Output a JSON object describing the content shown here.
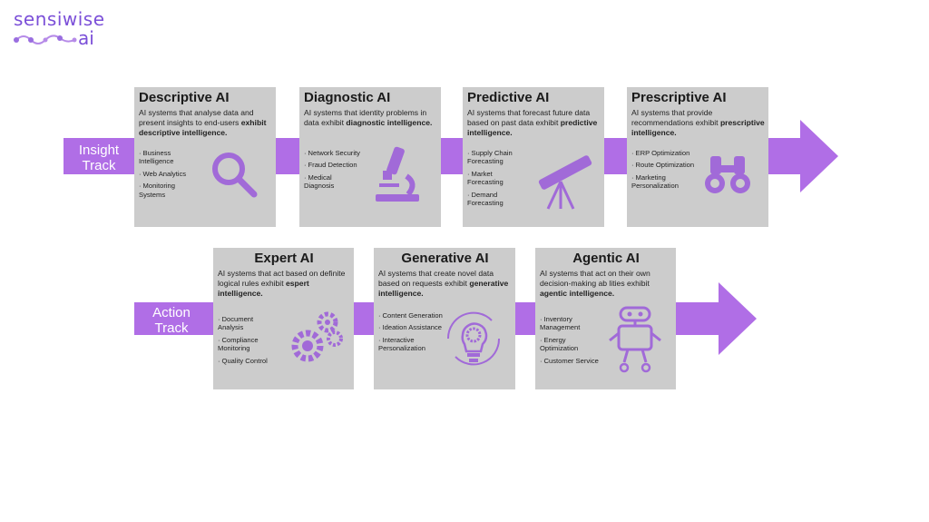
{
  "logo": {
    "line1": "sensiwise",
    "line2": "ai"
  },
  "colors": {
    "accent": "#b06ee6",
    "card": "#cccccc",
    "icon": "#a16ad8"
  },
  "tracks": [
    {
      "label_line1": "Insight",
      "label_line2": "Track",
      "cards": [
        {
          "title": "Descriptive AI",
          "desc": "AI systems that analyse data and present insights to end-users",
          "emph": "exhibit descriptive intelligence.",
          "bullets": [
            "Business Intelligence",
            "Web Analytics",
            "Monitoring Systems"
          ],
          "icon": "magnifier-icon"
        },
        {
          "title": "Diagnostic AI",
          "desc": "AI systems that identity problems in data exhibit",
          "emph": "diagnostic intelligence.",
          "bullets": [
            "Network Security",
            "Fraud Detection",
            "Medical Diagnosis"
          ],
          "icon": "microscope-icon"
        },
        {
          "title": "Predictive AI",
          "desc": "AI systems that forecast future data based on past data exhibit",
          "emph": "predictive intelligence.",
          "bullets": [
            "Supply Chain Forecasting",
            "Market Forecasting",
            "Demand Forecasting"
          ],
          "icon": "telescope-icon"
        },
        {
          "title": "Prescriptive AI",
          "desc": "AI systems that provide recommendations exhibit",
          "emph": "prescriptive intelligence.",
          "bullets": [
            "ERP Optimization",
            "Route Optimization",
            "Marketing Personalization"
          ],
          "icon": "binoculars-icon"
        }
      ]
    },
    {
      "label_line1": "Action",
      "label_line2": "Track",
      "cards": [
        {
          "title": "Expert AI",
          "desc": "AI systems that act based on definite logical rules exhibit",
          "emph": "espert intelligence.",
          "bullets": [
            "Document Analysis",
            "Compliance Monitoring",
            "Quality Control"
          ],
          "icon": "gears-icon"
        },
        {
          "title": "Generative AI",
          "desc": "AI systems that create novel data based on requests exhibit",
          "emph": "generative intelligence.",
          "bullets": [
            "Content Generation",
            "Ideation Assistance",
            "Interactive Personalization"
          ],
          "icon": "lightbulb-gear-icon"
        },
        {
          "title": "Agentic AI",
          "desc": "AI systems that act on their own decision-making ab lities exhibit",
          "emph": "agentic intelligence.",
          "bullets": [
            "Inventory Management",
            "Energy Optimization",
            "Customer Service"
          ],
          "icon": "robot-icon"
        }
      ]
    }
  ]
}
